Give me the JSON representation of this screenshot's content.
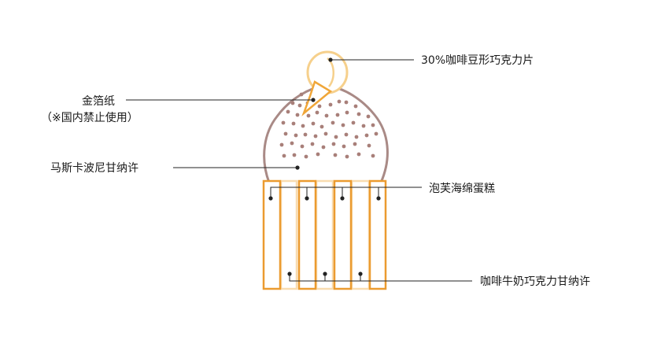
{
  "labels": {
    "coffee_bean": "30%咖啡豆形巧克力片",
    "gold_foil": "金箔纸",
    "gold_foil_note": "（※国内禁止使用）",
    "mascarpone": "马斯卡波尼甘纳许",
    "sponge": "泡芙海绵蛋糕",
    "milk_choc": "咖啡牛奶巧克力甘纳许"
  },
  "colors": {
    "dome_outline": "#a98a86",
    "dot": "#a87f79",
    "bean_outline": "#f6d08c",
    "foil": "#f0a638",
    "bar_strong": "#eb9b30",
    "bar_light": "#f8dcb0",
    "leader_line": "#222222"
  }
}
